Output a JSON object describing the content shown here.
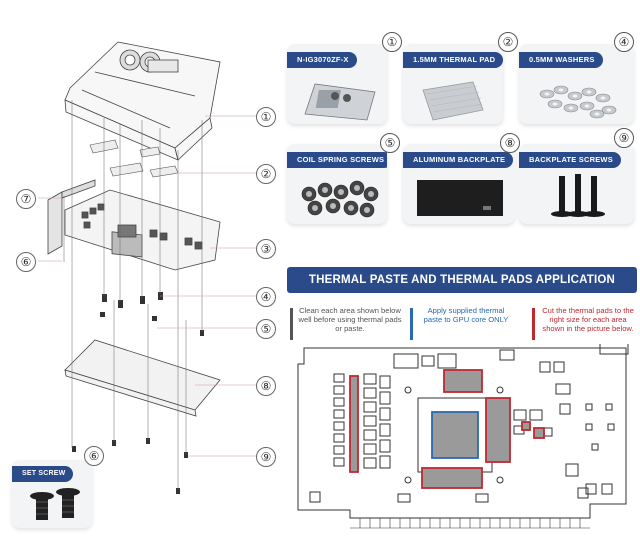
{
  "parts": [
    {
      "num": "①",
      "label": "N-IG3070ZF-X"
    },
    {
      "num": "②",
      "label": "1.5MM THERMAL PAD"
    },
    {
      "num": "④",
      "label": "0.5MM WASHERS"
    },
    {
      "num": "⑤",
      "label": "COIL SPRING SCREWS"
    },
    {
      "num": "⑧",
      "label": "ALUMINUM BACKPLATE"
    },
    {
      "num": "⑨",
      "label": "BACKPLATE SCREWS"
    }
  ],
  "left_callouts": [
    "①",
    "②",
    "③",
    "④",
    "⑤",
    "⑧",
    "⑨"
  ],
  "side_callouts": [
    "⑦",
    "⑥"
  ],
  "set_screw": {
    "label": "SET SCREW",
    "num": "⑥"
  },
  "banner": "THERMAL PASTE AND THERMAL PADS APPLICATION",
  "instructions": [
    {
      "text": "Clean each area shown below well before using thermal pads or paste.",
      "color": "#555555",
      "bar": "#555555"
    },
    {
      "text": "Apply supplied thermal paste to GPU core ONLY",
      "color": "#2a6ab0",
      "bar": "#2a6ab0"
    },
    {
      "text": "Cut the thermal pads to the right size for each area shown in the picture below.",
      "color": "#c0282f",
      "bar": "#c0282f"
    }
  ]
}
